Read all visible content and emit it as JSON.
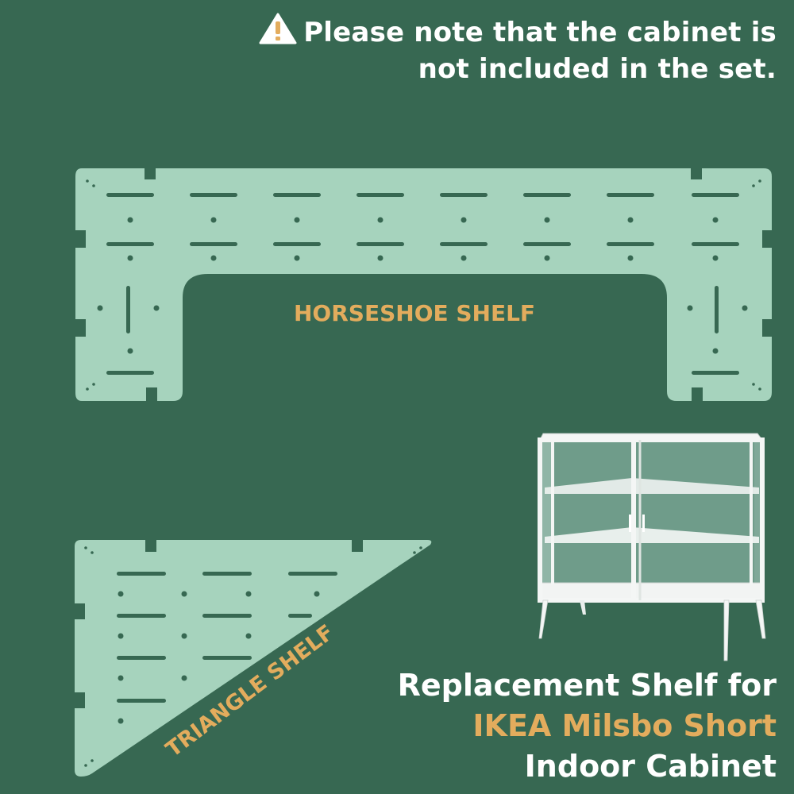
{
  "notice": {
    "icon": "warning-icon",
    "line1": "Please note that the cabinet is",
    "line2": "not included in the set."
  },
  "shelves": {
    "horseshoe_label": "HORSESHOE SHELF",
    "triangle_label": "TRIANGLE SHELF"
  },
  "product": {
    "line1": "Replacement Shelf for",
    "line2": "IKEA Milsbo Short",
    "line3": "Indoor Cabinet"
  },
  "colors": {
    "background": "#376852",
    "shelf": "#a6d3bd",
    "accent": "#e3ac5d",
    "text": "#ffffff"
  }
}
